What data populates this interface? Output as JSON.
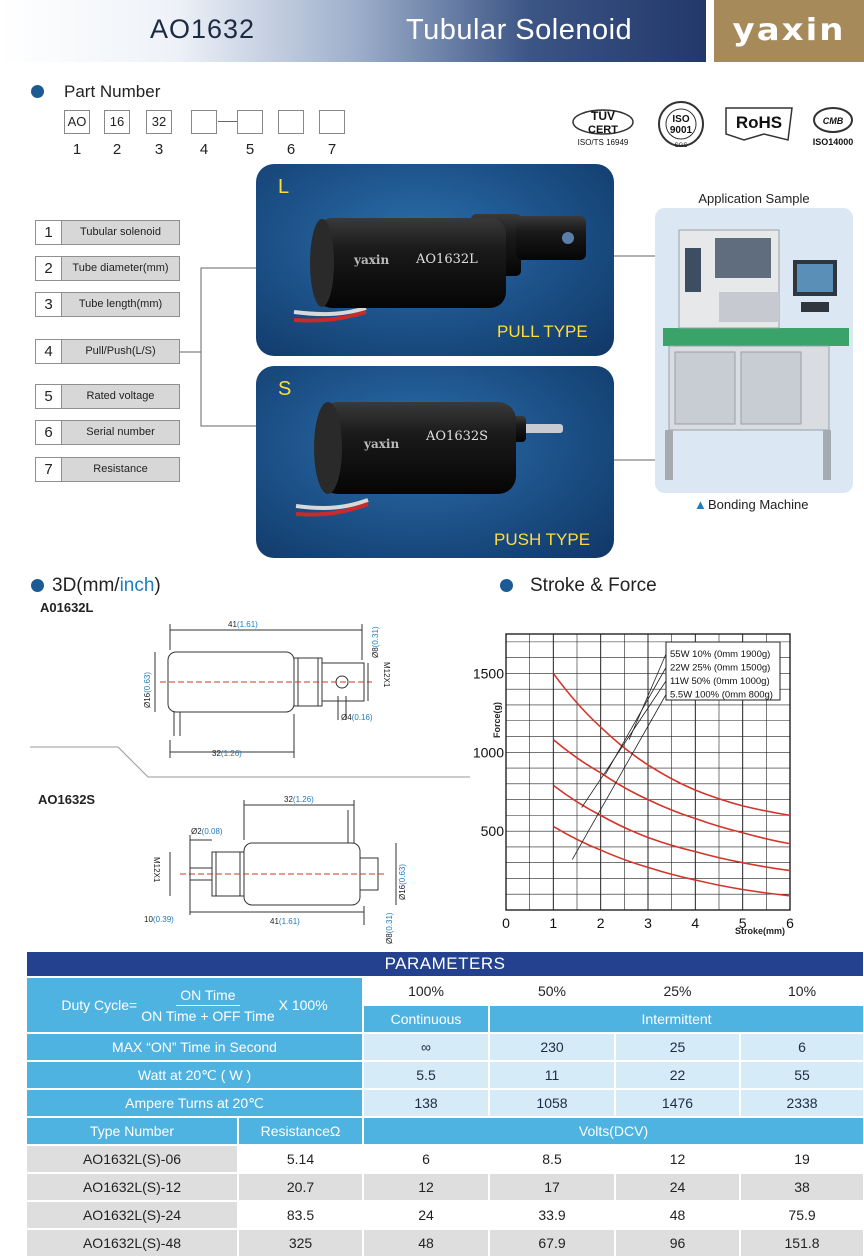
{
  "header": {
    "model": "AO1632",
    "title": "Tubular Solenoid",
    "logo": "yaxin"
  },
  "part_number": {
    "title": "Part Number",
    "boxes": [
      "AO",
      "16",
      "32",
      "",
      "",
      "",
      ""
    ],
    "positions": [
      "1",
      "2",
      "3",
      "4",
      "5",
      "6",
      "7"
    ]
  },
  "certs": {
    "tuv": "TÜV",
    "tuv_cert": "CERT",
    "tuv_sub": "ISO/TS 16949",
    "iso": "ISO",
    "iso_num": "9001",
    "iso_sub": "SGS",
    "rohs": "RoHS",
    "cmb": "CMB",
    "iso14000": "ISO14000"
  },
  "legend": [
    {
      "n": "1",
      "label": "Tubular solenoid"
    },
    {
      "n": "2",
      "label": "Tube diameter(mm)"
    },
    {
      "n": "3",
      "label": "Tube length(mm)"
    },
    {
      "n": "4",
      "label": "Pull/Push(L/S)"
    },
    {
      "n": "5",
      "label": "Rated voltage"
    },
    {
      "n": "6",
      "label": "Serial number"
    },
    {
      "n": "7",
      "label": "Resistance"
    }
  ],
  "products": {
    "pull": {
      "letter": "L",
      "brand": "yaxin",
      "model": "AO1632L",
      "type": "PULL TYPE"
    },
    "push": {
      "letter": "S",
      "brand": "yaxin",
      "model": "AO1632S",
      "type": "PUSH TYPE"
    }
  },
  "application": {
    "title": "Application Sample",
    "caption": "Bonding Machine",
    "marker": "▲"
  },
  "dimensions": {
    "title_main": "3D(mm/",
    "title_unit": "inch",
    "title_close": ")",
    "l_label": "A01632L",
    "s_label": "AO1632S",
    "l": {
      "len41": "41",
      "len41_in": "(1.61)",
      "len32": "32",
      "len32_in": "(1.26)",
      "d16": "Ø16",
      "d16_in": "(0.63)",
      "d8": "Ø8",
      "d8_in": "(0.31)",
      "d4": "Ø4",
      "d4_in": "(0.16)",
      "thread": "M12X1"
    },
    "s": {
      "len32": "32",
      "len32_in": "(1.26)",
      "d2": "Ø2",
      "d2_in": "(0.08)",
      "len10": "10",
      "len10_in": "(0.39)",
      "len41": "41",
      "len41_in": "(1.61)",
      "d16": "Ø16",
      "d16_in": "(0.63)",
      "d8": "Ø8",
      "d8_in": "(0.31)",
      "thread": "M12X1"
    }
  },
  "chart_data": {
    "type": "line",
    "title": "Stroke & Force",
    "xlabel": "Stroke(mm)",
    "ylabel": "Force(g)",
    "xlim": [
      0,
      6
    ],
    "ylim": [
      0,
      1750
    ],
    "xticks": [
      0,
      1,
      2,
      3,
      4,
      5,
      6
    ],
    "yticks": [
      500,
      1000,
      1500
    ],
    "grid": true,
    "legend": "top-right",
    "series": [
      {
        "name": "55W 10% (0mm 1900g)",
        "x": [
          1,
          2,
          3,
          4,
          5,
          6
        ],
        "y": [
          1500,
          1160,
          920,
          760,
          660,
          600
        ]
      },
      {
        "name": "22W 25% (0mm 1500g)",
        "x": [
          1,
          2,
          3,
          4,
          5,
          6
        ],
        "y": [
          1080,
          870,
          700,
          580,
          490,
          420
        ]
      },
      {
        "name": "11W 50% (0mm 1000g)",
        "x": [
          1,
          2,
          3,
          4,
          5,
          6
        ],
        "y": [
          790,
          600,
          460,
          370,
          300,
          250
        ]
      },
      {
        "name": "5.5W 100% (0mm 800g)",
        "x": [
          1,
          2,
          3,
          4,
          5,
          6
        ],
        "y": [
          530,
          380,
          270,
          190,
          130,
          90
        ]
      }
    ]
  },
  "parameters": {
    "title": "PARAMETERS",
    "duty_label": "Duty Cycle=",
    "duty_num": "ON Time",
    "duty_den": "ON Time + OFF Time",
    "duty_mult": "X 100%",
    "duty_values": [
      "100%",
      "50%",
      "25%",
      "10%"
    ],
    "continuous": "Continuous",
    "intermittent": "Intermittent",
    "rows": [
      {
        "label": "MAX “ON” Time in Second",
        "values": [
          "∞",
          "230",
          "25",
          "6"
        ]
      },
      {
        "label": "Watt at 20℃ ( W )",
        "values": [
          "5.5",
          "11",
          "22",
          "55"
        ]
      },
      {
        "label": "Ampere Turns at 20℃",
        "values": [
          "138",
          "1058",
          "1476",
          "2338"
        ]
      }
    ],
    "type_header": "Type Number",
    "res_header": "ResistanceΩ",
    "volts_header": "Volts(DCV)",
    "types": [
      {
        "name": "AO1632L(S)-06",
        "res": "5.14",
        "volts": [
          "6",
          "8.5",
          "12",
          "19"
        ]
      },
      {
        "name": "AO1632L(S)-12",
        "res": "20.7",
        "volts": [
          "12",
          "17",
          "24",
          "38"
        ]
      },
      {
        "name": "AO1632L(S)-24",
        "res": "83.5",
        "volts": [
          "24",
          "33.9",
          "48",
          "75.9"
        ]
      },
      {
        "name": "AO1632L(S)-48",
        "res": "325",
        "volts": [
          "48",
          "67.9",
          "96",
          "151.8"
        ]
      }
    ]
  },
  "colors": {
    "navy": "#23418f",
    "light_blue": "#d5ecf8",
    "mid_blue": "#4fb3e1",
    "curve": "#d2352a",
    "logo_bg": "#a78a59",
    "panel_blue": "#1b4f85",
    "yellow": "#ffde3a"
  }
}
